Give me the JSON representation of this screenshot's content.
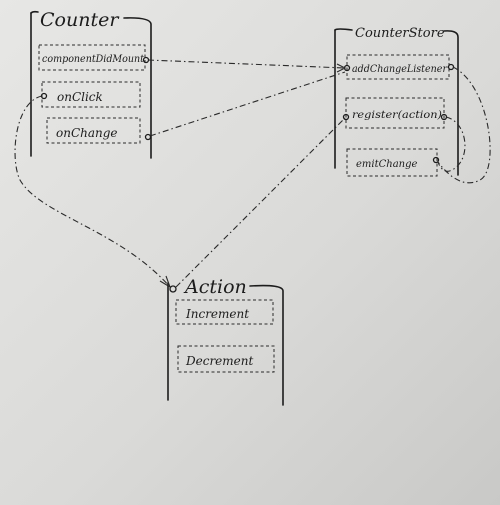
{
  "components": {
    "counter": {
      "title": "Counter",
      "items": [
        "componentDidMount",
        "onClick",
        "onChange"
      ]
    },
    "counter_store": {
      "title": "CounterStore",
      "items": [
        "addChangeListener",
        "register(action)",
        "emitChange"
      ]
    },
    "action": {
      "title": "Action",
      "items": [
        "Increment",
        "Decrement"
      ]
    }
  }
}
